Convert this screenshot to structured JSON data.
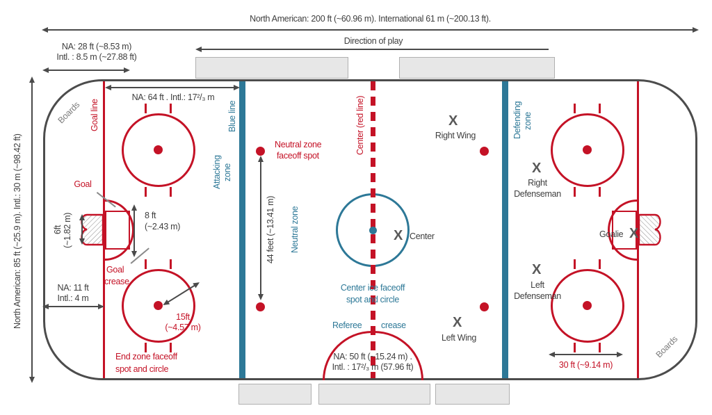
{
  "colors": {
    "red": "#c41226",
    "blue": "#2d7897",
    "boards": "#4c4c4c",
    "text": "#3e3e3e",
    "player_gray": "#595959"
  },
  "dimensions": {
    "rink_length": "North American: 200 ft (~60.96 m). International 61 m (~200.13 ft).",
    "direction_of_play": "Direction of play",
    "corner_radius_na": "NA: 28 ft (~8.53 m)",
    "corner_radius_intl": "Intl. : 8.5 m (~27.88 ft)",
    "rink_width": "North American: 85 ft (~25.9 m). Intl.: 30 m (~98.42 ft)",
    "zone_length": "NA: 64 ft . Intl.: 17²/₃ m",
    "goal_line_dist_na": "NA: 11 ft",
    "goal_line_dist_intl": "Intl.: 4 m",
    "goal_width_l1": "6ft",
    "goal_width_l2": "(~1.82 m)",
    "crease_radius_l1": "8 ft",
    "crease_radius_l2": "(~2.43 m)",
    "circle_radius_l1": "15ft",
    "circle_radius_l2": "(~4.57 m)",
    "spots_distance": "44 feet (~13.41 m)",
    "neutral_zone_na": "NA: 50 ft (~15.24 m) .",
    "neutral_zone_intl": "Intl. : 17²/₃ m (57.96 ft)",
    "circle_spacing": "30 ft (~9.14 m)"
  },
  "rink_labels": {
    "boards_top": "Boards",
    "boards_bottom": "Boards",
    "goal_line": "Goal line",
    "blue_line": "Blue line",
    "attacking_zone_l1": "Attacking",
    "attacking_zone_l2": "zone",
    "neutral_zone": "Neutral zone",
    "center_line": "Center (red line)",
    "defending_zone_l1": "Defending",
    "defending_zone_l2": "zone",
    "goal": "Goal",
    "goal_crease_l1": "Goal",
    "goal_crease_l2": "crease",
    "neutral_spot_l1": "Neutral zone",
    "neutral_spot_l2": "faceoff spot",
    "end_zone_l1": "End zone faceoff",
    "end_zone_l2": "spot and circle",
    "center_ice_l1": "Center ice faceoff",
    "center_ice_l2": "spot and circle",
    "referee_l1": "Referee",
    "referee_l2": "crease"
  },
  "players": {
    "marker": "X",
    "right_wing": "Right Wing",
    "right_defenseman_l1": "Right",
    "right_defenseman_l2": "Defenseman",
    "center": "Center",
    "left_wing": "Left Wing",
    "left_defenseman_l1": "Left",
    "left_defenseman_l2": "Defenseman",
    "goalie": "Goalie"
  }
}
